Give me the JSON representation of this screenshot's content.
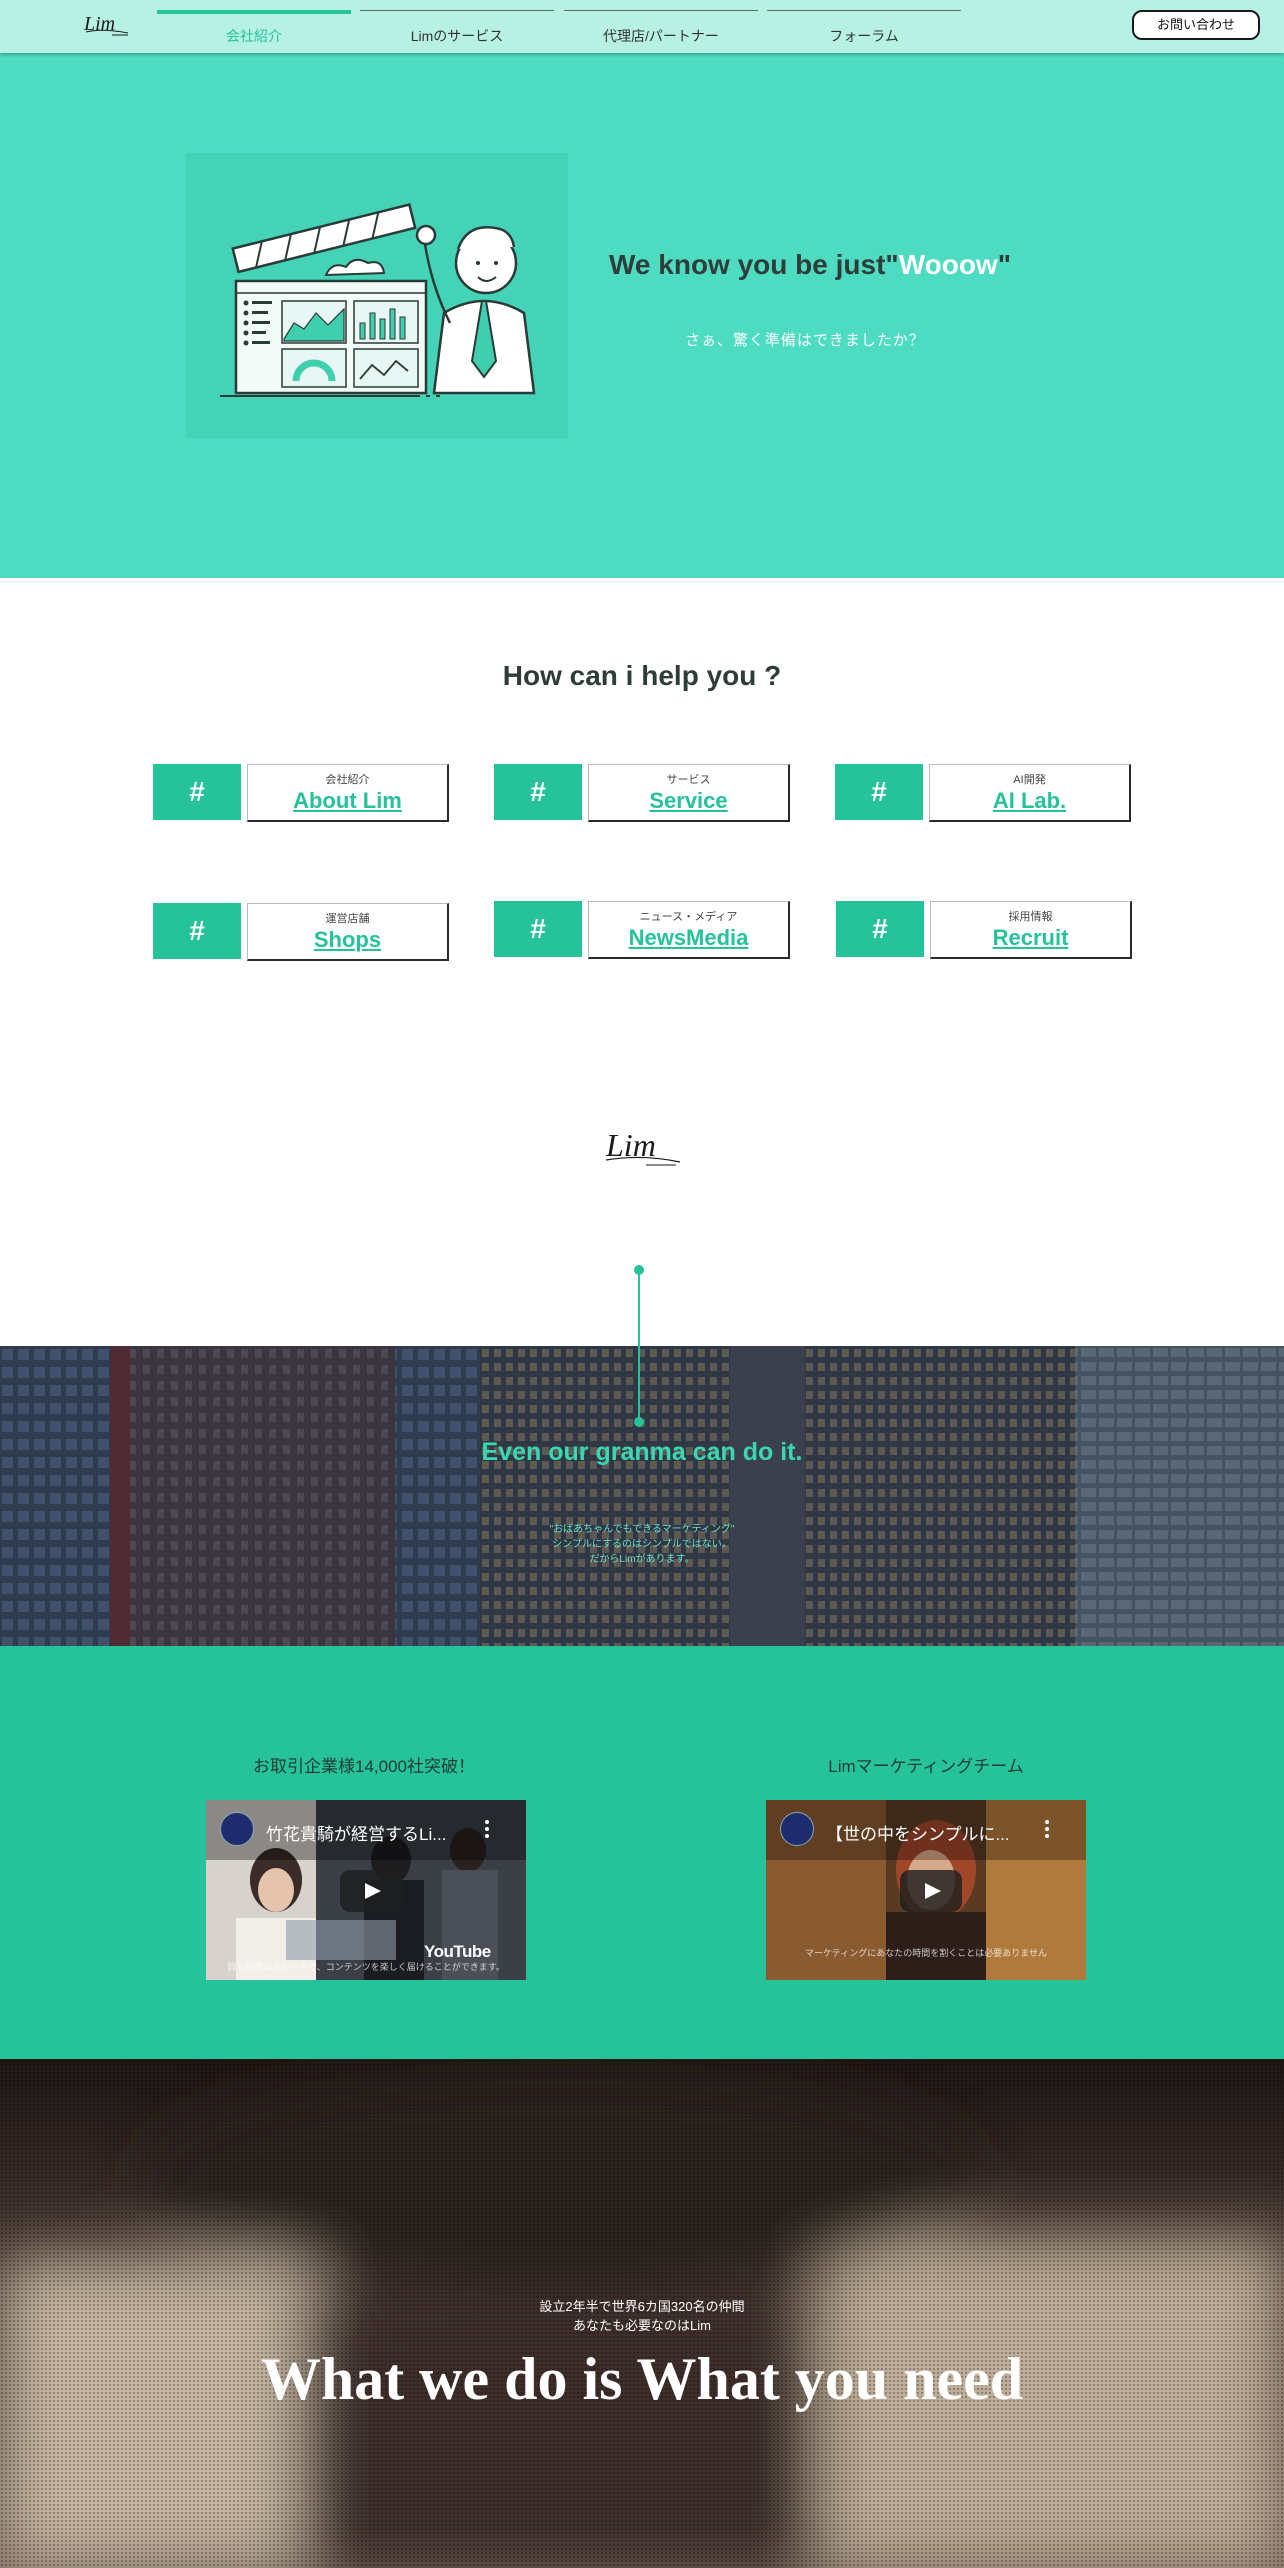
{
  "header": {
    "logo_text": "Lim",
    "nav": [
      {
        "label": "会社紹介",
        "active": true
      },
      {
        "label": "Limのサービス",
        "active": false
      },
      {
        "label": "代理店/パートナー",
        "active": false
      },
      {
        "label": "フォーラム",
        "active": false
      }
    ],
    "contact_label": "お問い合わせ"
  },
  "hero": {
    "title_prefix": "We know you be just\"",
    "title_accent": "Wooow",
    "title_suffix": "\"",
    "subtitle": "さぁ、驚く準備はできましたか？"
  },
  "help": {
    "heading": "How can i help you ?",
    "hash_symbol": "#",
    "cards": [
      {
        "jp": "会社紹介",
        "en": "About Lim"
      },
      {
        "jp": "サービス",
        "en": "Service"
      },
      {
        "jp": "AI開発",
        "en": "AI Lab."
      },
      {
        "jp": "運営店舗",
        "en": "Shops"
      },
      {
        "jp": "ニュース・メディア",
        "en": "NewsMedia"
      },
      {
        "jp": "採用情報",
        "en": "Recruit"
      }
    ]
  },
  "city": {
    "headline": "Even our granma can do it.",
    "lines": [
      "\"おばあちゃんでもできるマーケティング\"",
      "シンプルにするのはシンプルではない。",
      "だからLimがあります。"
    ]
  },
  "videos": [
    {
      "caption": "お取引企業様14,000社突破！",
      "title": "竹花貴騎が経営するLi...",
      "subtitle": "闘う制作のスピードで、コンテンツを楽しく届けることができます。",
      "brand": "YouTube"
    },
    {
      "caption": "Limマーケティングチーム",
      "title": "【世の中をシンプルに...",
      "subtitle": "マーケティングにあなたの時間を割くことは必要ありません",
      "brand": ""
    }
  ],
  "bottom": {
    "line1": "設立2年半で世界6カ国320名の仲間",
    "line2": "あなたも必要なのはLim",
    "headline": "What we do is What you need"
  },
  "colors": {
    "accent": "#26c29a",
    "hero_bg": "#4ddcc1",
    "header_bg": "#b7f1e4",
    "city_text": "#3ad7b3"
  }
}
